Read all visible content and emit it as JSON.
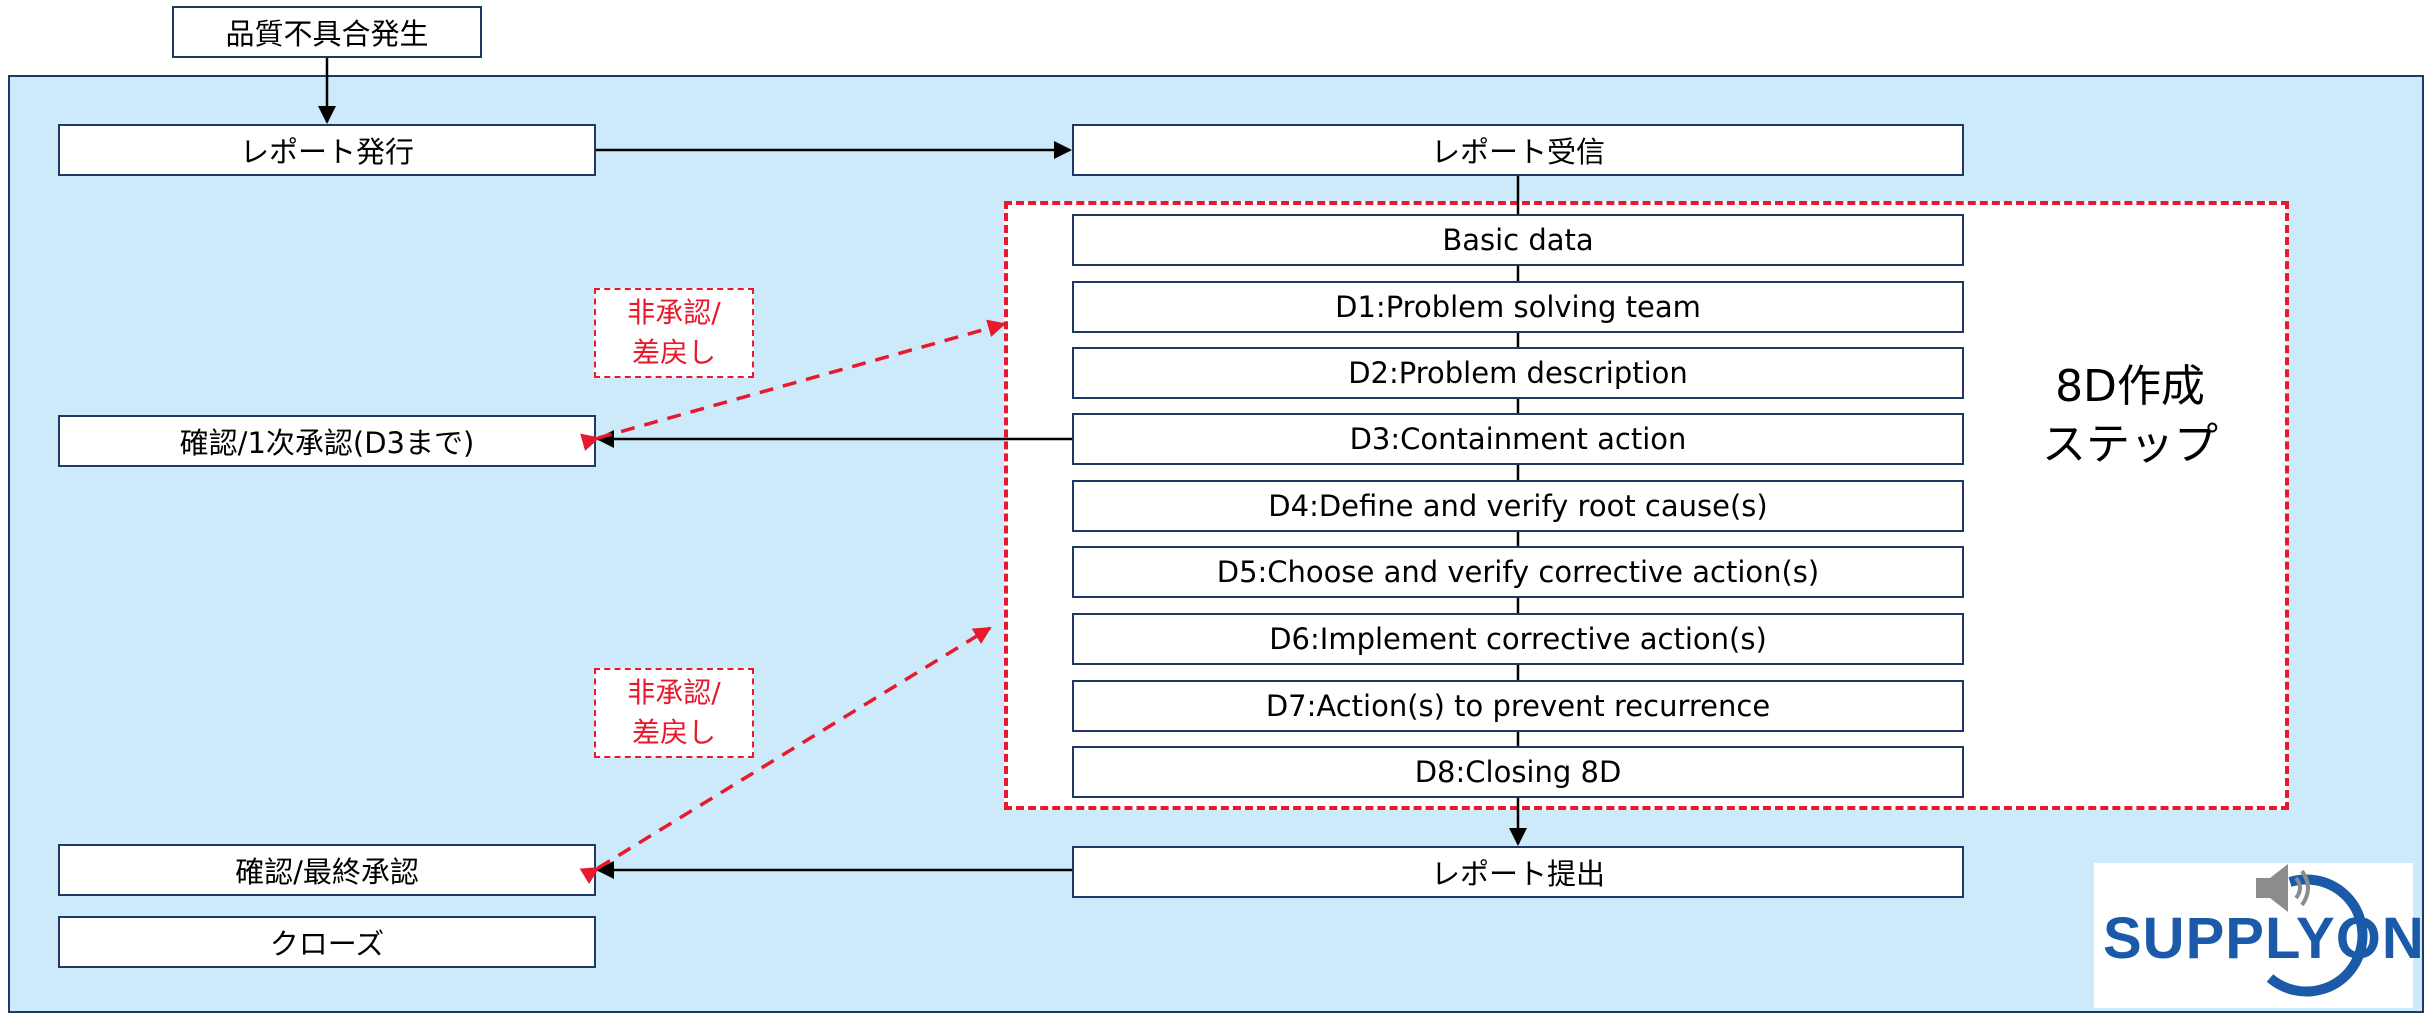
{
  "title_box": "品質不具合発生",
  "left_column": {
    "issue_report": "レポート発行",
    "first_approval": "確認/1次承認(D3まで)",
    "final_approval": "確認/最終承認",
    "close": "クローズ"
  },
  "center_column": {
    "receive_report": "レポート受信",
    "steps": [
      {
        "label": "Basic data"
      },
      {
        "label": "D1:Problem solving team"
      },
      {
        "label": "D2:Problem description"
      },
      {
        "label": "D3:Containment action"
      },
      {
        "label": "D4:Define and verify root cause(s)"
      },
      {
        "label": "D5:Choose and verify corrective action(s)"
      },
      {
        "label": "D6:Implement corrective action(s)"
      },
      {
        "label": "D7:Action(s) to prevent recurrence"
      },
      {
        "label": "D8:Closing 8D"
      }
    ],
    "submit_report": "レポート提出"
  },
  "steps_group_label": {
    "line1": "8D作成",
    "line2": "ステップ"
  },
  "reject_labels": [
    {
      "line1": "非承認/",
      "line2": "差戻し"
    },
    {
      "line1": "非承認/",
      "line2": "差戻し"
    }
  ],
  "logo": {
    "text": "SUPPLYON"
  },
  "colors": {
    "panel_bg": "#cdeafb",
    "box_border": "#1f3864",
    "dashed_red": "#e8192c",
    "logo_blue": "#1a5aa8"
  }
}
